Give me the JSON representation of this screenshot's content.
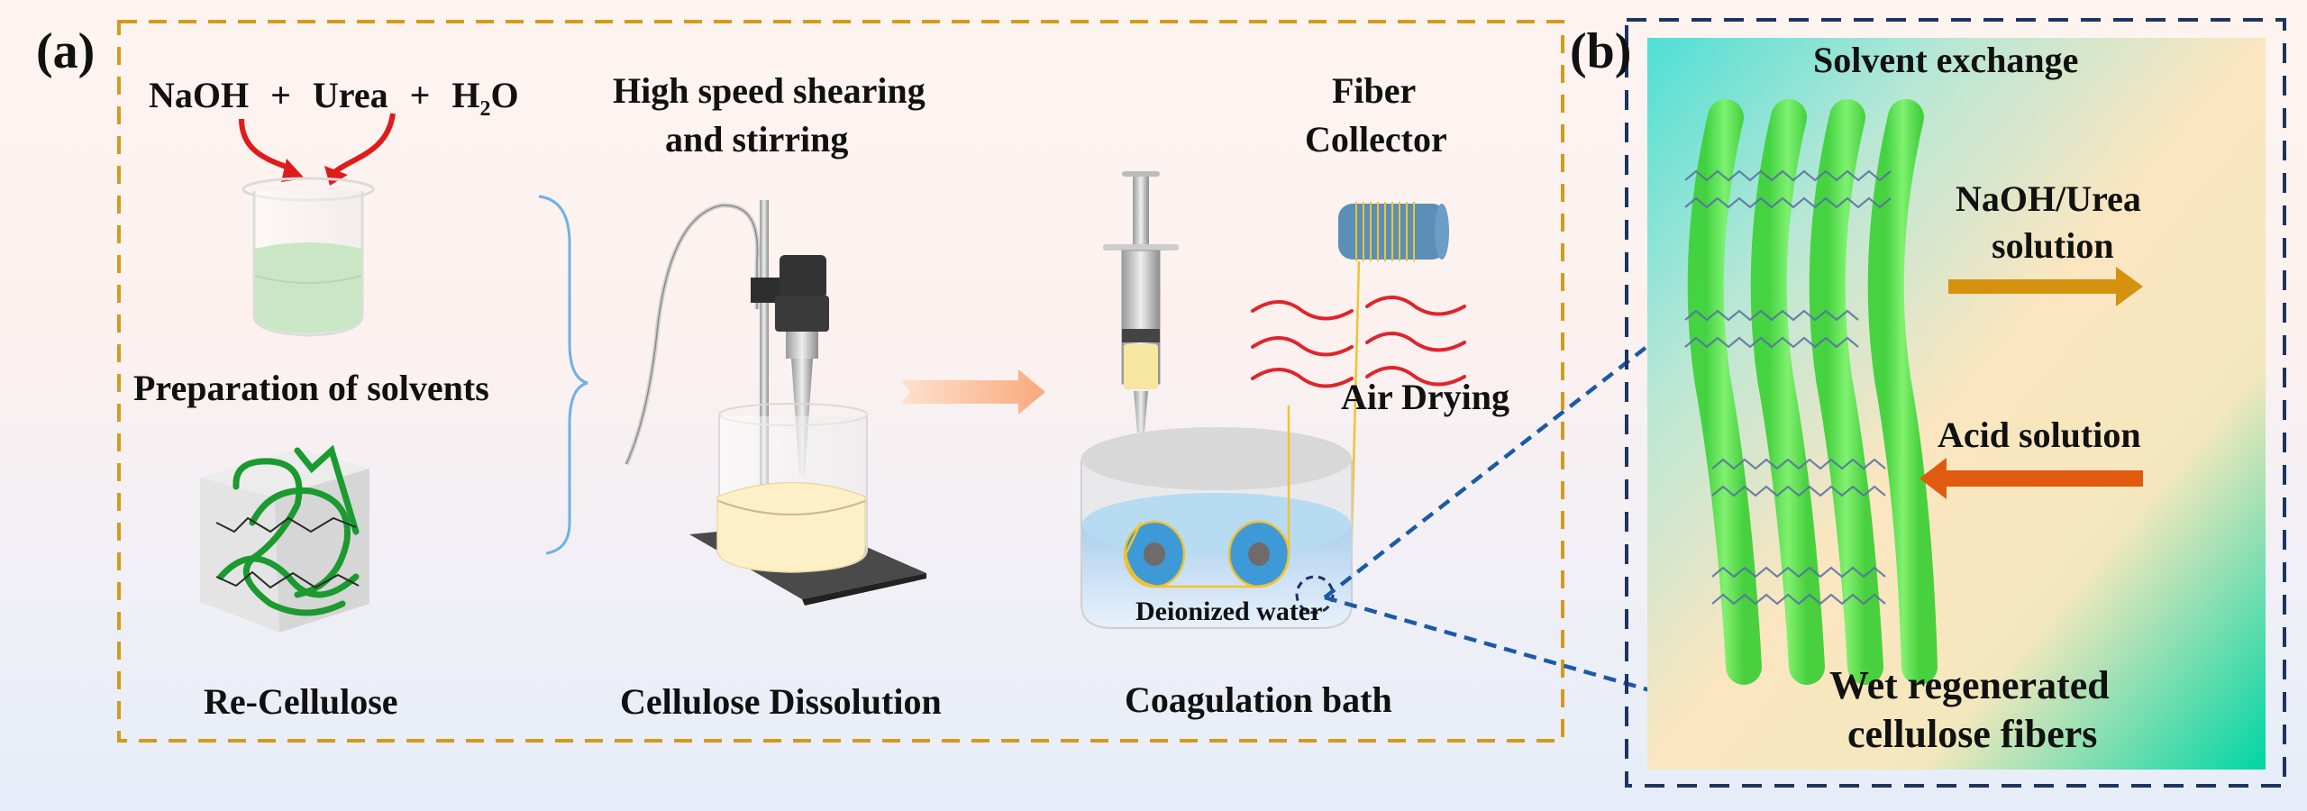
{
  "panel_a": {
    "letter": "(a)",
    "border_color": "#d49a1a",
    "reagents": {
      "naoh": "NaOH",
      "plus1": "+",
      "urea": "Urea",
      "plus2": "+",
      "h2o_h": "H",
      "h2o_sub": "2",
      "h2o_o": "O"
    },
    "preparation_label": "Preparation of solvents",
    "re_cellulose_label": "Re-Cellulose",
    "shearing_label_line1": "High speed shearing",
    "shearing_label_line2": "and stirring",
    "dissolution_label": "Cellulose Dissolution",
    "fiber_collector_line1": "Fiber",
    "fiber_collector_line2": "Collector",
    "air_drying_label": "Air Drying",
    "deionized_water_label": "Deionized water",
    "coagulation_label": "Coagulation bath"
  },
  "panel_b": {
    "letter": "(b)",
    "border_color": "#1d3461",
    "title": "Solvent exchange",
    "naoh_urea_line1": "NaOH/Urea",
    "naoh_urea_line2": "solution",
    "acid_label": "Acid solution",
    "result_line1": "Wet regenerated",
    "result_line2": "cellulose fibers",
    "outflow_arrow_color": "#d4920e",
    "inflow_arrow_color": "#e05a10"
  },
  "colors": {
    "red_arrow": "#e01b1b",
    "green_solution": "#c9e7c5",
    "yellow_solution": "#fdf0c6",
    "water_blue": "#a9d3ef",
    "fiber_green": "#55dd44",
    "zoom_line": "#1c5aa6"
  }
}
